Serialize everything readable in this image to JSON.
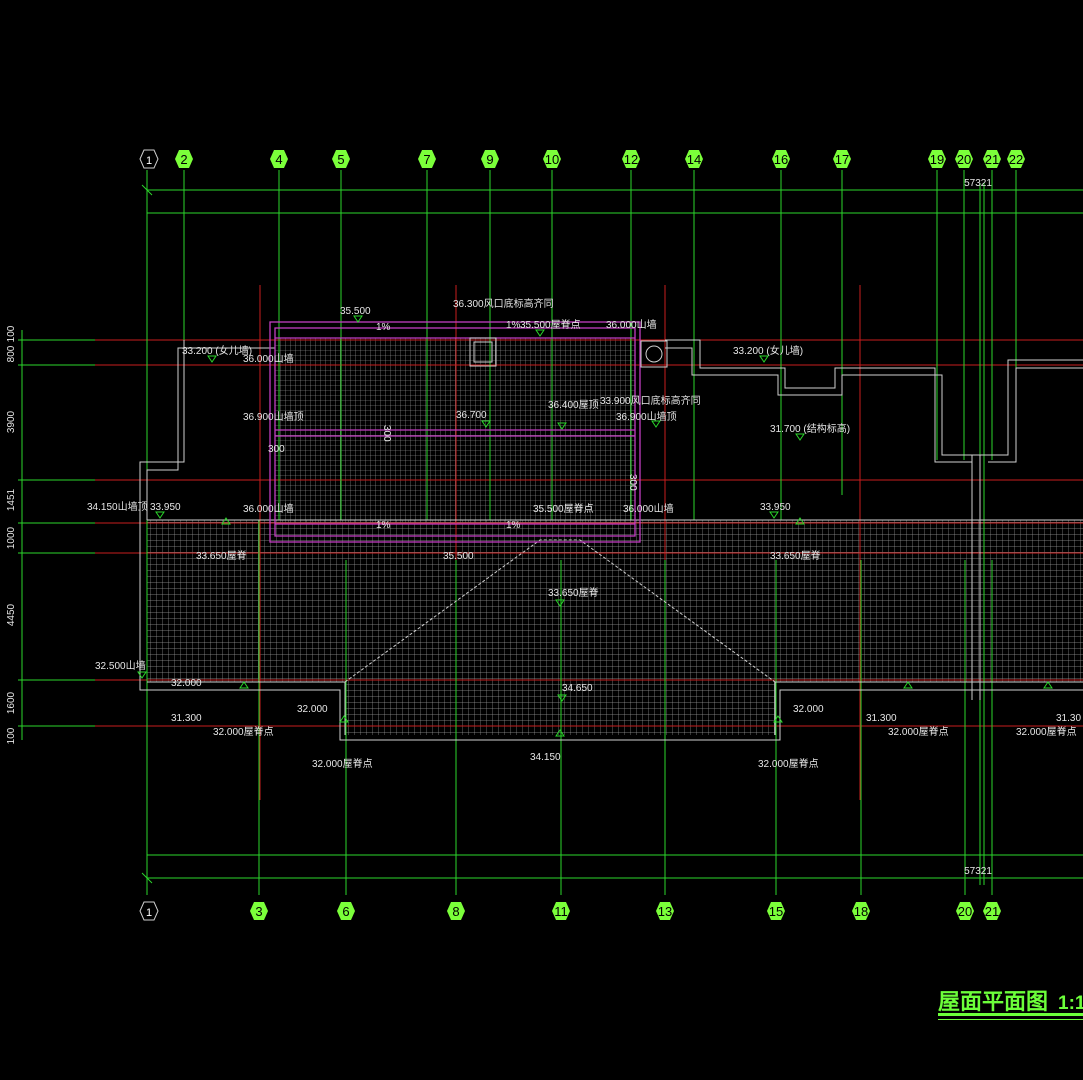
{
  "drawing": {
    "title": "屋面平面图",
    "scale": "1:1",
    "overall_dimension_top": "57321",
    "overall_dimension_bottom": "57321",
    "colors": {
      "background": "#000000",
      "axis_bubble": "#7bff3a",
      "grid_line": "#2bd62b",
      "secondary_axis": "#c81e1e",
      "roof_outline": "#c23ec2",
      "text": "#e6e6e6"
    }
  },
  "axes_top": [
    {
      "label": "1",
      "style": "outline"
    },
    {
      "label": "2"
    },
    {
      "label": "4"
    },
    {
      "label": "5"
    },
    {
      "label": "7"
    },
    {
      "label": "9"
    },
    {
      "label": "10"
    },
    {
      "label": "12"
    },
    {
      "label": "14"
    },
    {
      "label": "16"
    },
    {
      "label": "17"
    },
    {
      "label": "19"
    },
    {
      "label": "20"
    },
    {
      "label": "21"
    },
    {
      "label": "22"
    }
  ],
  "axes_bottom": [
    {
      "label": "1",
      "style": "outline"
    },
    {
      "label": "3"
    },
    {
      "label": "6"
    },
    {
      "label": "8"
    },
    {
      "label": "11"
    },
    {
      "label": "13"
    },
    {
      "label": "15"
    },
    {
      "label": "18"
    },
    {
      "label": "20"
    },
    {
      "label": "21"
    }
  ],
  "left_dimensions": [
    "100",
    "800",
    "3900",
    "1451",
    "1000",
    "4450",
    "1600",
    "100"
  ],
  "annotations": [
    "35.500",
    "36.300风口底标高齐同",
    "1%",
    "1%",
    "35.500屋脊点",
    "36.000山墙",
    "33.200 (女儿墙)",
    "36.000山墙",
    "33.200 (女儿墙)",
    "36.900山墙顶",
    "36.700",
    "36.400屋顶",
    "33.900风口底标高齐同",
    "36.900山墙顶",
    "31.700 (结构标高)",
    "300",
    "300",
    "300",
    "34.150山墙顶",
    "33.950",
    "36.000山墙",
    "35.500屋脊点",
    "36.000山墙",
    "33.950",
    "1%",
    "1%",
    "33.650屋脊",
    "35.500",
    "33.650屋脊",
    "33.650屋脊",
    "32.500山墙",
    "32.000",
    "34.650",
    "31.300",
    "32.000",
    "32.000",
    "31.300",
    "31.30",
    "32.000屋脊点",
    "32.000屋脊点",
    "32.000屋脊点",
    "32.000屋脊点",
    "32.000屋脊点",
    "34.150"
  ]
}
